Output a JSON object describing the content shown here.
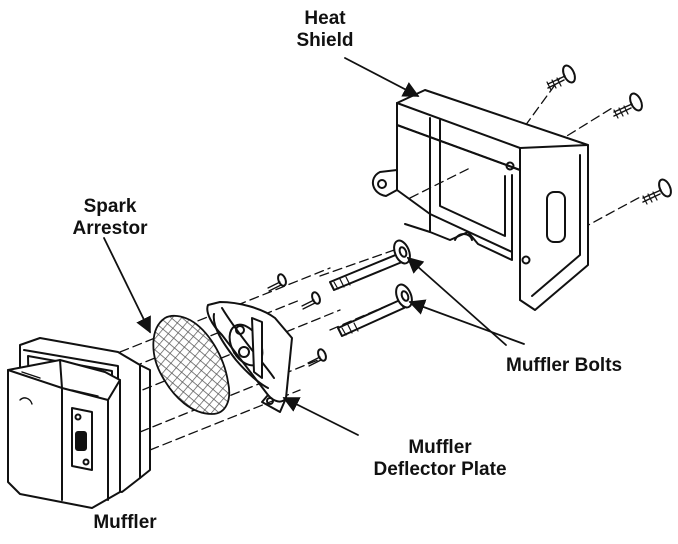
{
  "colors": {
    "ink": "#111111",
    "paper": "#ffffff",
    "screen": "#555555"
  },
  "labels": {
    "heat_shield": [
      "Heat",
      "Shield"
    ],
    "spark_arrestor": [
      "Spark",
      "Arrestor"
    ],
    "muffler_bolts": "Muffler Bolts",
    "deflector_plate": [
      "Muffler",
      "Deflector Plate"
    ],
    "muffler": "Muffler"
  }
}
